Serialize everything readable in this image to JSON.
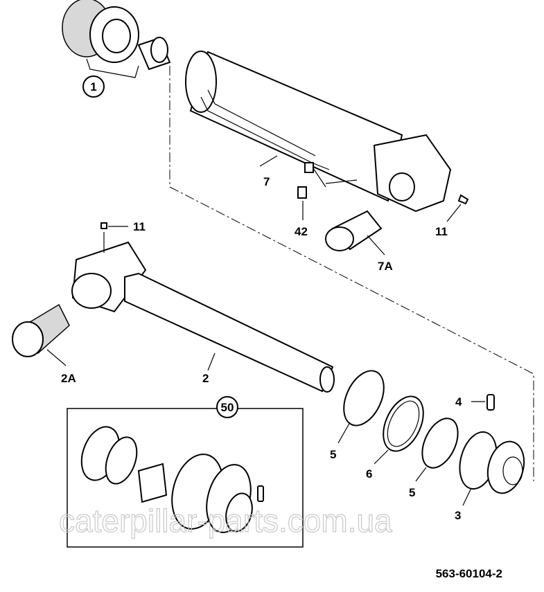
{
  "labels": {
    "p1": "1",
    "p7": "7",
    "p42": "42",
    "p11_top": "11",
    "p7A": "7A",
    "p11_rod": "11",
    "p2A": "2A",
    "p2": "2",
    "p50": "50",
    "p4": "4",
    "p5_left": "5",
    "p6": "6",
    "p5_right": "5",
    "p3": "3"
  },
  "watermark": "caterpillar-parts.com.ua",
  "drawing_number": "563-60104-2"
}
